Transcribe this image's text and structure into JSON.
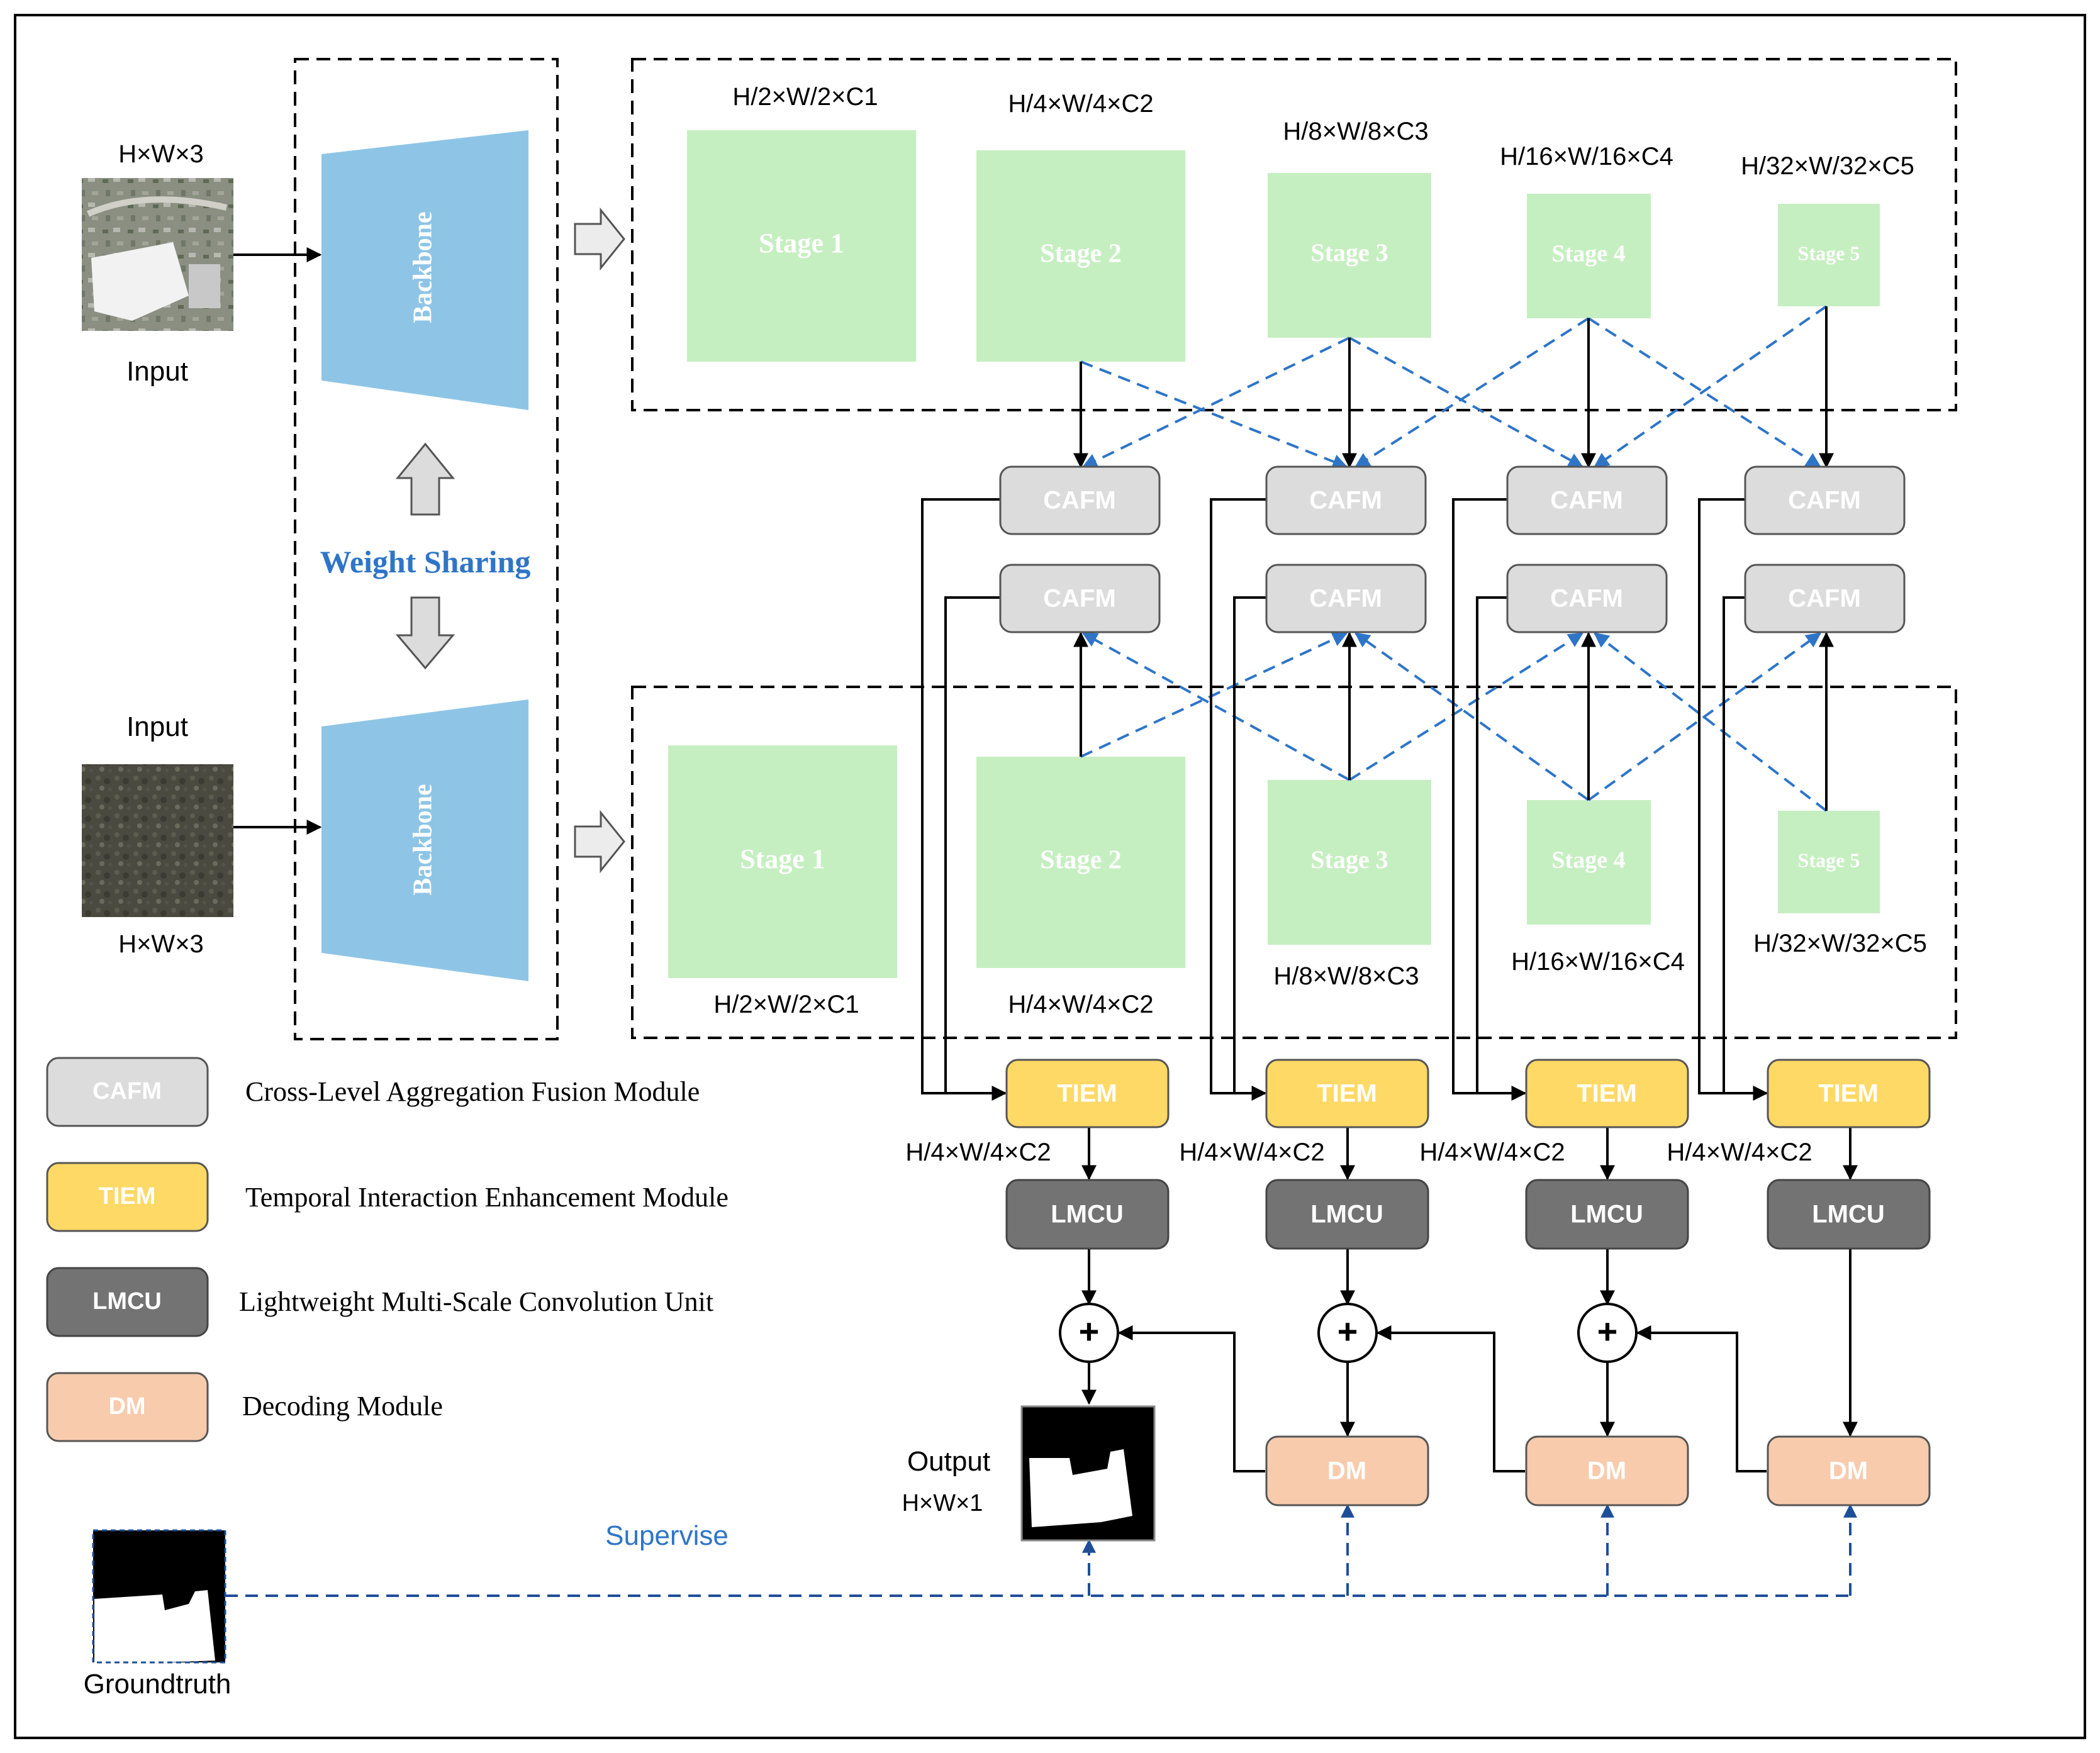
{
  "top_branch": {
    "input_label": "Input",
    "input_dims": "H×W×3",
    "backbone_label": "Backbone",
    "stages": [
      {
        "label": "Stage 1",
        "dims": "H/2×W/2×C1"
      },
      {
        "label": "Stage 2",
        "dims": "H/4×W/4×C2"
      },
      {
        "label": "Stage 3",
        "dims": "H/8×W/8×C3"
      },
      {
        "label": "Stage 4",
        "dims": "H/16×W/16×C4"
      },
      {
        "label": "Stage 5",
        "dims": "H/32×W/32×C5"
      }
    ]
  },
  "bottom_branch": {
    "input_label": "Input",
    "input_dims": "H×W×3",
    "backbone_label": "Backbone",
    "stages": [
      {
        "label": "Stage 1",
        "dims": "H/2×W/2×C1"
      },
      {
        "label": "Stage 2",
        "dims": "H/4×W/4×C2"
      },
      {
        "label": "Stage 3",
        "dims": "H/8×W/8×C3"
      },
      {
        "label": "Stage 4",
        "dims": "H/16×W/16×C4"
      },
      {
        "label": "Stage 5",
        "dims": "H/32×W/32×C5"
      }
    ]
  },
  "weight_sharing": "Weight Sharing",
  "modules": {
    "cafm": "CAFM",
    "tiem": "TIEM",
    "lmcu": "LMCU",
    "dm": "DM",
    "plus": "+"
  },
  "tiem_output_dims": [
    "H/4×W/4×C2",
    "H/4×W/4×C2",
    "H/4×W/4×C2",
    "H/4×W/4×C2"
  ],
  "output": {
    "label": "Output",
    "dims": "H×W×1"
  },
  "supervise": "Supervise",
  "groundtruth": "Groundtruth",
  "legend": [
    {
      "abbr": "CAFM",
      "text": "Cross-Level Aggregation Fusion Module",
      "color": "#dcdcdc",
      "text_color": "#ffffff"
    },
    {
      "abbr": "TIEM",
      "text": "Temporal Interaction Enhancement Module",
      "color": "#ffd966",
      "text_color": "#ffffff"
    },
    {
      "abbr": "LMCU",
      "text": "Lightweight Multi-Scale Convolution Unit",
      "color": "#737373",
      "text_color": "#ffffff"
    },
    {
      "abbr": "DM",
      "text": "Decoding Module",
      "color": "#f8cbad",
      "text_color": "#ffffff"
    }
  ],
  "colors": {
    "stage": "#c6efc1",
    "backbone": "#8ec5e6",
    "cafm": "#dcdcdc",
    "tiem": "#ffd966",
    "lmcu": "#737373",
    "dm": "#f8cbad",
    "cross_arrow": "#2e75c8",
    "weight_sharing": "#2e75c8",
    "supervise": "#2e75c8"
  }
}
